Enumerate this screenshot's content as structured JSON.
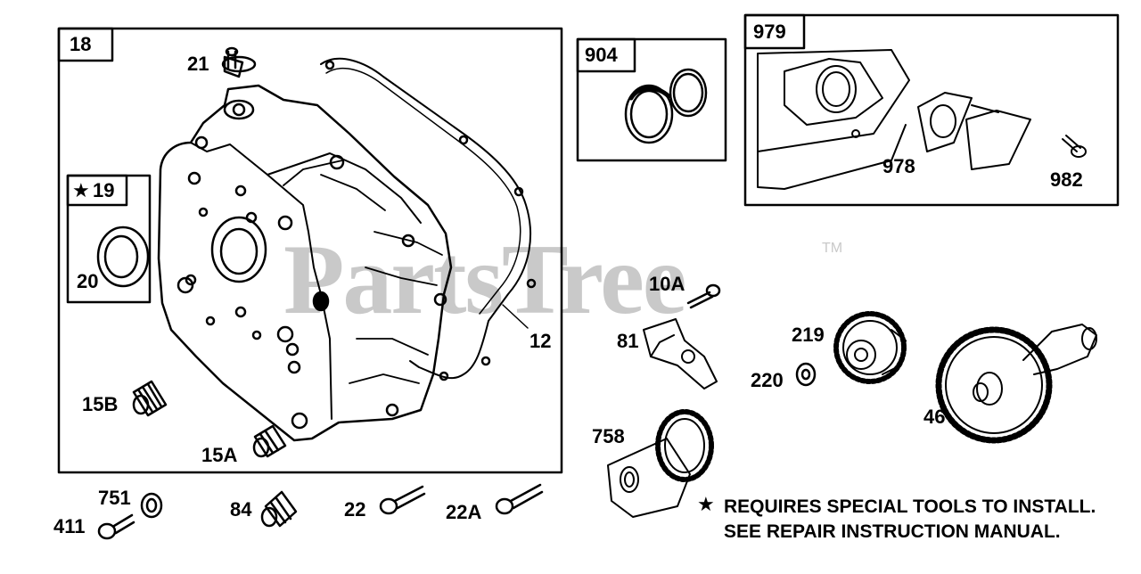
{
  "watermark": {
    "text": "PartsTree",
    "trademark": "TM"
  },
  "groups": [
    {
      "id": "18"
    },
    {
      "id": "19",
      "star": "★"
    },
    {
      "id": "904"
    },
    {
      "id": "979"
    }
  ],
  "parts": {
    "p21": "21",
    "p20": "20",
    "p12": "12",
    "p15b": "15B",
    "p15a": "15A",
    "p978": "978",
    "p982": "982",
    "p10a": "10A",
    "p81": "81",
    "p219": "219",
    "p220": "220",
    "p46": "46",
    "p758": "758",
    "p751": "751",
    "p411": "411",
    "p84": "84",
    "p22": "22",
    "p22a": "22A"
  },
  "note": {
    "symbol": "★",
    "line1": "REQUIRES SPECIAL TOOLS TO INSTALL.",
    "line2": "SEE REPAIR INSTRUCTION MANUAL."
  },
  "colors": {
    "ink": "#000000",
    "watermark": "#c9c9c9",
    "background": "#ffffff"
  }
}
